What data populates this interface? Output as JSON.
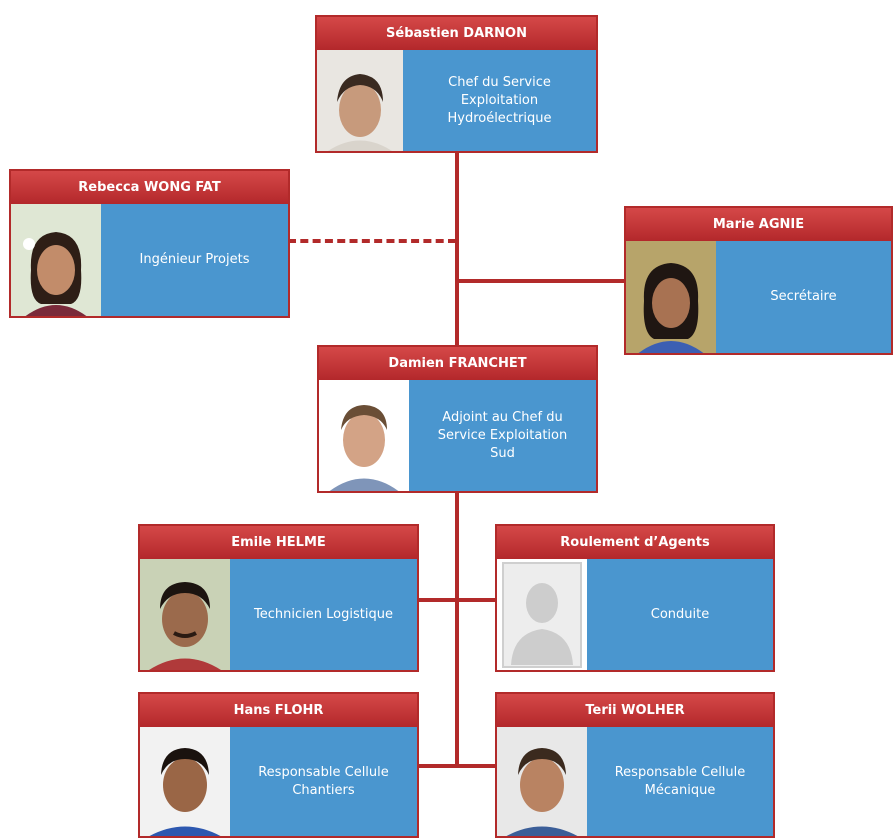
{
  "colors": {
    "header": "#c53a3a",
    "role": "#4a96cf",
    "connector": "#b22a2a"
  },
  "people": {
    "darnon": {
      "name": "Sébastien DARNON",
      "role": "Chef du Service\nExploitation\nHydroélectrique"
    },
    "wongfat": {
      "name": "Rebecca WONG FAT",
      "role": "Ingénieur Projets"
    },
    "agnie": {
      "name": "Marie AGNIE",
      "role": "Secrétaire"
    },
    "franchet": {
      "name": "Damien FRANCHET",
      "role": "Adjoint au Chef du\nService Exploitation\nSud"
    },
    "helme": {
      "name": "Emile HELME",
      "role": "Technicien Logistique"
    },
    "roulement": {
      "name": "Roulement d’Agents",
      "role": "Conduite"
    },
    "flohr": {
      "name": "Hans FLOHR",
      "role": "Responsable Cellule\nChantiers"
    },
    "wolher": {
      "name": "Terii WOLHER",
      "role": "Responsable Cellule\nMécanique"
    }
  }
}
